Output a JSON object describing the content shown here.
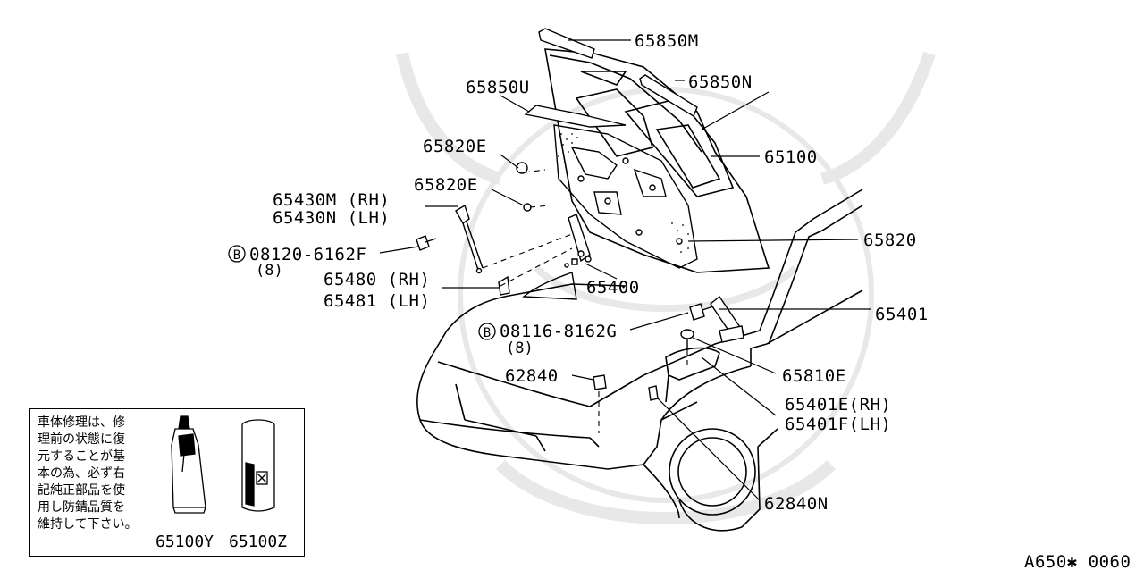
{
  "parts": {
    "p65850M": "65850M",
    "p65850N": "65850N",
    "p65850U": "65850U",
    "p65820E_a": "65820E",
    "p65820E_b": "65820E",
    "p65100": "65100",
    "p65430M": "65430M (RH)",
    "p65430N": "65430N (LH)",
    "p08120": "08120-6162F",
    "p08120_qty": "(8)",
    "p65820": "65820",
    "p65480": "65480 (RH)",
    "p65481": "65481 (LH)",
    "p65400": "65400",
    "p65401": "65401",
    "p08116": "08116-8162G",
    "p08116_qty": "(8)",
    "p62840": "62840",
    "p65810E": "65810E",
    "p65401E": "65401E(RH)",
    "p65401F": "65401F(LH)",
    "p62840N": "62840N",
    "p65100Y": "65100Y",
    "p65100Z": "65100Z",
    "bolt_marker": "B"
  },
  "note": {
    "lines": [
      "車体修理は、修",
      "理前の状態に復",
      "元することが基",
      "本の為、必ず右",
      "記純正部品を使",
      "用し防錆品質を",
      "維持して下さい。"
    ]
  },
  "diagram_code": "A650✱ 0060"
}
